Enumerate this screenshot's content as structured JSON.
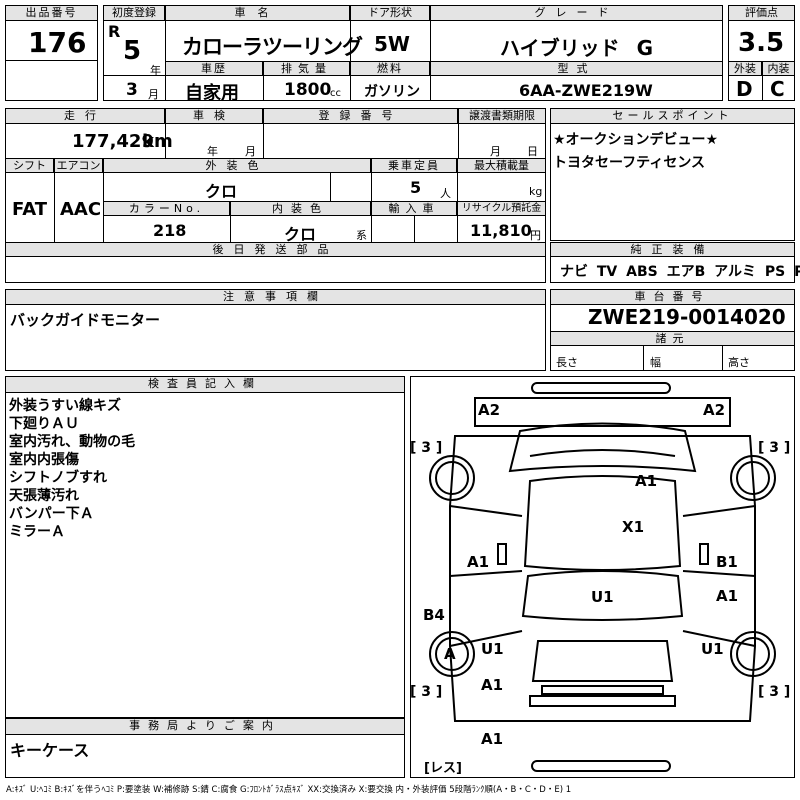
{
  "row1": {
    "lot_header": "出品番号",
    "lot": "176",
    "reg_header": "初度登録",
    "era": "R",
    "year": "5",
    "year_unit": "年",
    "month": "3",
    "month_unit": "月",
    "name_header": "車名",
    "name": "カローラツーリング",
    "door_header": "ドア形状",
    "door": "5W",
    "grade_header": "グレード",
    "grade": "ハイブリッド G",
    "score_header": "評価点",
    "score": "3.5",
    "history_header": "車歴",
    "history": "自家用",
    "disp_header": "排気量",
    "disp": "1800",
    "disp_unit": "cc",
    "fuel_header": "燃料",
    "fuel": "ガソリン",
    "model_header": "型式",
    "model": "6AA-ZWE219W",
    "ext_header": "外装",
    "ext_grade": "D",
    "int_header": "内装",
    "int_grade": "C"
  },
  "row2": {
    "mileage_header": "走行",
    "mileage": "177,429",
    "mileage_unit": "km",
    "inspection_header": "車検",
    "insp_year_unit": "年",
    "insp_month_unit": "月",
    "regno_header": "登録番号",
    "transfer_header": "譲渡書類期限",
    "tr_month_unit": "月",
    "tr_day_unit": "日",
    "shift_header": "シフト",
    "shift": "FAT",
    "ac_header": "エアコン",
    "ac": "AAC",
    "color_header": "外装色",
    "color": "クロ",
    "capacity_header": "乗車定員",
    "capacity": "5",
    "capacity_unit": "人",
    "load_header": "最大積載量",
    "load_unit": "kg",
    "colorno_header": "カラーNo.",
    "colorno": "218",
    "intcolor_header": "内装色",
    "intcolor": "クロ",
    "intcolor_unit": "系",
    "import_header": "輸入車",
    "recycle_header": "リサイクル預託金",
    "recycle": "11,810",
    "recycle_unit": "円",
    "later_header": "後日発送部品"
  },
  "sales": {
    "header": "セールスポイント",
    "line1": "★オークションデビュー★",
    "line2": "トヨタセーフティセンス"
  },
  "equipment": {
    "header": "純正装備",
    "items": "ナビ TV ABS エアB アルミ PS PW"
  },
  "notes": {
    "header": "注意事項欄",
    "text": "バックガイドモニター"
  },
  "chassis": {
    "header": "車台番号",
    "number": "ZWE219-0014020",
    "spec_header": "諸元",
    "length": "長さ",
    "width": "幅",
    "height": "高さ"
  },
  "inspector": {
    "header": "検査員記入欄",
    "lines": [
      "外装うすい線キズ",
      "下廻りＡＵ",
      "室内汚れ、動物の毛",
      "室内内張傷",
      "シフトノブすれ",
      "天張薄汚れ",
      "バンパー下Ａ",
      "ミラーＡ"
    ]
  },
  "office": {
    "header": "事務局よりご案内",
    "text": "キーケース"
  },
  "diagram": {
    "marks": [
      "A2",
      "A2",
      "A1",
      "X1",
      "A1",
      "B1",
      "U1",
      "A1",
      "B4",
      "A",
      "U1",
      "U1",
      "A1",
      "A1"
    ],
    "tire_left_top": "[ 3 ]",
    "tire_right_top": "[ 3 ]",
    "tire_left_bottom": "[ 3 ]",
    "tire_right_bottom": "[ 3 ]",
    "spare": "[レス]"
  },
  "legend": "A:ｷｽﾞ U:ﾍｺﾐ B:ｷｽﾞを伴うﾍｺﾐ P:要塗装 W:補修跡 S:錆 C:腐食 G:ﾌﾛﾝﾄｶﾞﾗｽ点ｷｽﾞ XX:交換済み X:要交換 内・外装評価 5段階ﾗﾝｸ順(A・B・C・D・E) 1"
}
